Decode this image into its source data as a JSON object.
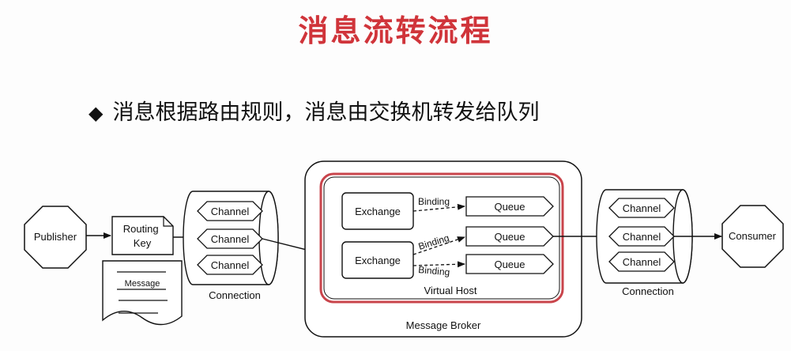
{
  "title": "消息流转流程",
  "bullet": {
    "icon": "diamond-bullet-icon",
    "text": "消息根据路由规则，消息由交换机转发给队列"
  },
  "diagram": {
    "publisher": "Publisher",
    "routing_key": "Routing\nKey",
    "message": "Message",
    "left_connection": {
      "label": "Connection",
      "channels": [
        "Channel",
        "Channel",
        "Channel"
      ]
    },
    "broker": {
      "label": "Message Broker",
      "virtual_host": "Virtual Host",
      "exchanges": [
        "Exchange",
        "Exchange"
      ],
      "bindings": [
        "Binding",
        "Binding",
        "Binding"
      ],
      "queues": [
        "Queue",
        "Queue",
        "Queue"
      ]
    },
    "right_connection": {
      "label": "Connection",
      "channels": [
        "Channel",
        "Channel",
        "Channel"
      ]
    },
    "consumer": "Consumer"
  },
  "colors": {
    "title": "#d0343a",
    "virtual_host_border": "#c9444b"
  }
}
